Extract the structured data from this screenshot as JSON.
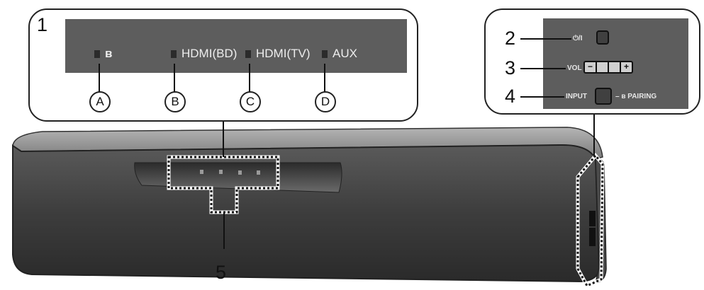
{
  "callouts": {
    "indicators": "1",
    "power": "2",
    "volume": "3",
    "input": "4",
    "sensor": "5"
  },
  "indicators": [
    {
      "letter": "A",
      "label": "",
      "icon": "bluetooth-icon"
    },
    {
      "letter": "B",
      "label": "HDMI(BD)"
    },
    {
      "letter": "C",
      "label": "HDMI(TV)"
    },
    {
      "letter": "D",
      "label": "AUX"
    }
  ],
  "controls": {
    "power_label": "⏻/I",
    "vol_label": "VOL",
    "vol_minus": "−",
    "vol_plus": "+",
    "input_label": "INPUT",
    "pairing_label": "– ʙ PAIRING"
  },
  "colors": {
    "panel": "#5d5d5d",
    "soundbar_top": "#9a9a9a",
    "soundbar_front": "#3a3a3a"
  }
}
